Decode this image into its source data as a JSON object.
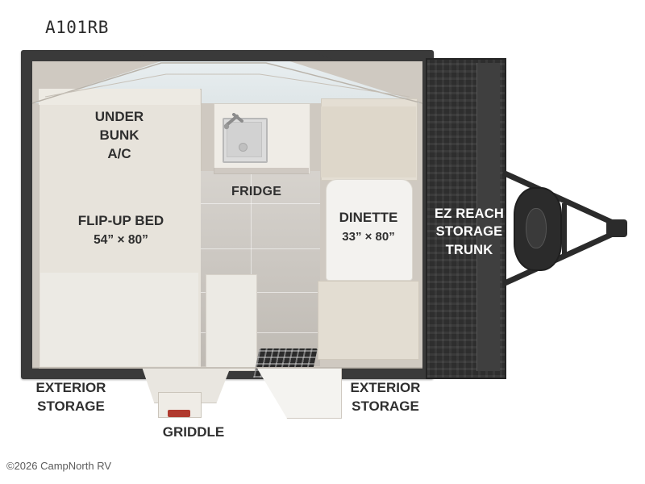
{
  "title": {
    "model": "A101RB"
  },
  "footer": {
    "copyright": "©2026 CampNorth RV"
  },
  "floorplan": {
    "interior_labels": {
      "under_bunk_line1": "UNDER",
      "under_bunk_line2": "BUNK",
      "under_bunk_line3": "A/C",
      "flip_up_bed": "FLIP-UP BED",
      "flip_up_bed_dims": "54” × 80”",
      "fridge": "FRIDGE",
      "dinette": "DINETTE",
      "dinette_dims": "33” × 80”",
      "trunk_line1": "EZ REACH",
      "trunk_line2": "STORAGE",
      "trunk_line3": "TRUNK"
    },
    "exterior_labels": {
      "exterior_storage_left_line1": "EXTERIOR",
      "exterior_storage_left_line2": "STORAGE",
      "exterior_storage_right_line1": "EXTERIOR",
      "exterior_storage_right_line2": "STORAGE",
      "griddle": "GRIDDLE"
    },
    "colors": {
      "shell": "#3a3a3a",
      "interior_floor": "#cfc9c1",
      "cabinet": "#e7e3db",
      "accent_red": "#b03a2e",
      "text": "#2f2f2f",
      "trunk_text": "#ffffff"
    }
  }
}
